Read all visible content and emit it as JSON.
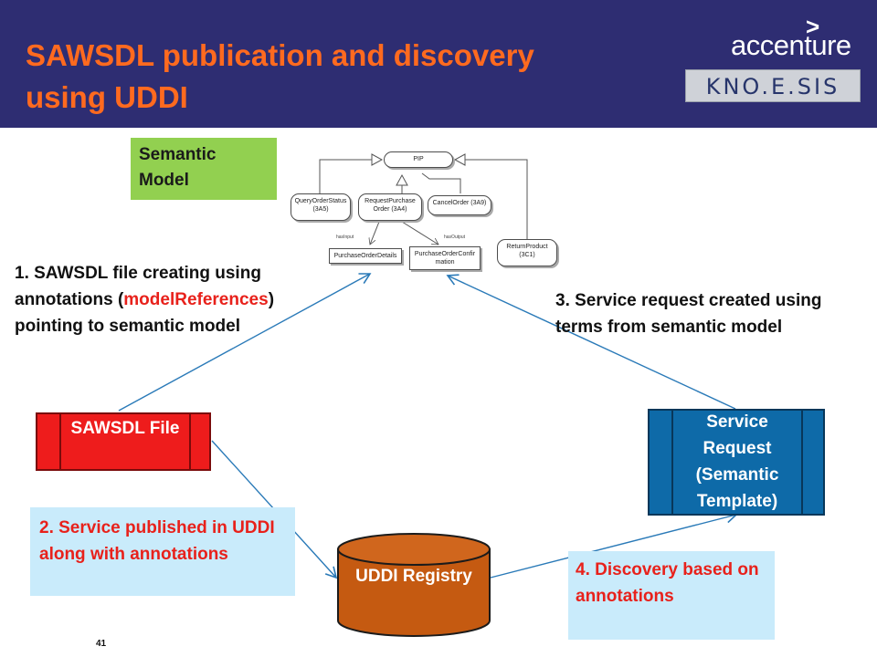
{
  "slide": {
    "title": "SAWSDL publication and discovery\nusing UDDI",
    "page_number": "41"
  },
  "logos": {
    "accenture": "accenture",
    "accenture_mark": ">",
    "knoesis": "KNO.E.SIS"
  },
  "diagram": {
    "semantic_model_label": "Semantic Model",
    "model_nodes": {
      "pip": "PIP",
      "query_order_status": "QueryOrderStatus (3A5)",
      "request_purchase_order": "RequestPurchase Order (3A4)",
      "cancel_order": "CancelOrder (3A9)",
      "return_product": "ReturnProduct (3C1)",
      "purchase_order_details": "PurchaseOrderDetails",
      "purchase_order_confirmation": "PurchaseOrderConfir mation",
      "has_input": "hasInput",
      "has_output": "hasOutput"
    },
    "step1": {
      "before": "1. SAWSDL file creating using annotations (",
      "highlight": "modelReferences",
      "after": ") pointing to semantic model"
    },
    "step2": "2.  Service published in UDDI  along with annotations",
    "step3": "3. Service request created using terms from semantic model",
    "step4": "4. Discovery based on annotations",
    "sawsdl_file": "SAWSDL File",
    "service_request": "Service Request (Semantic Template)",
    "uddi_registry": "UDDI Registry"
  },
  "colors": {
    "header_bg": "#2e2d72",
    "title": "#ff6a1f",
    "semantic_model_bg": "#92d050",
    "annotation_bg": "#c9ebfb",
    "annotation_text": "#e8211b",
    "sawsdl_bg": "#ee1c1c",
    "service_request_bg": "#0e6aa8",
    "uddi_bg": "#c55a11",
    "arrow": "#2a7ab8"
  }
}
